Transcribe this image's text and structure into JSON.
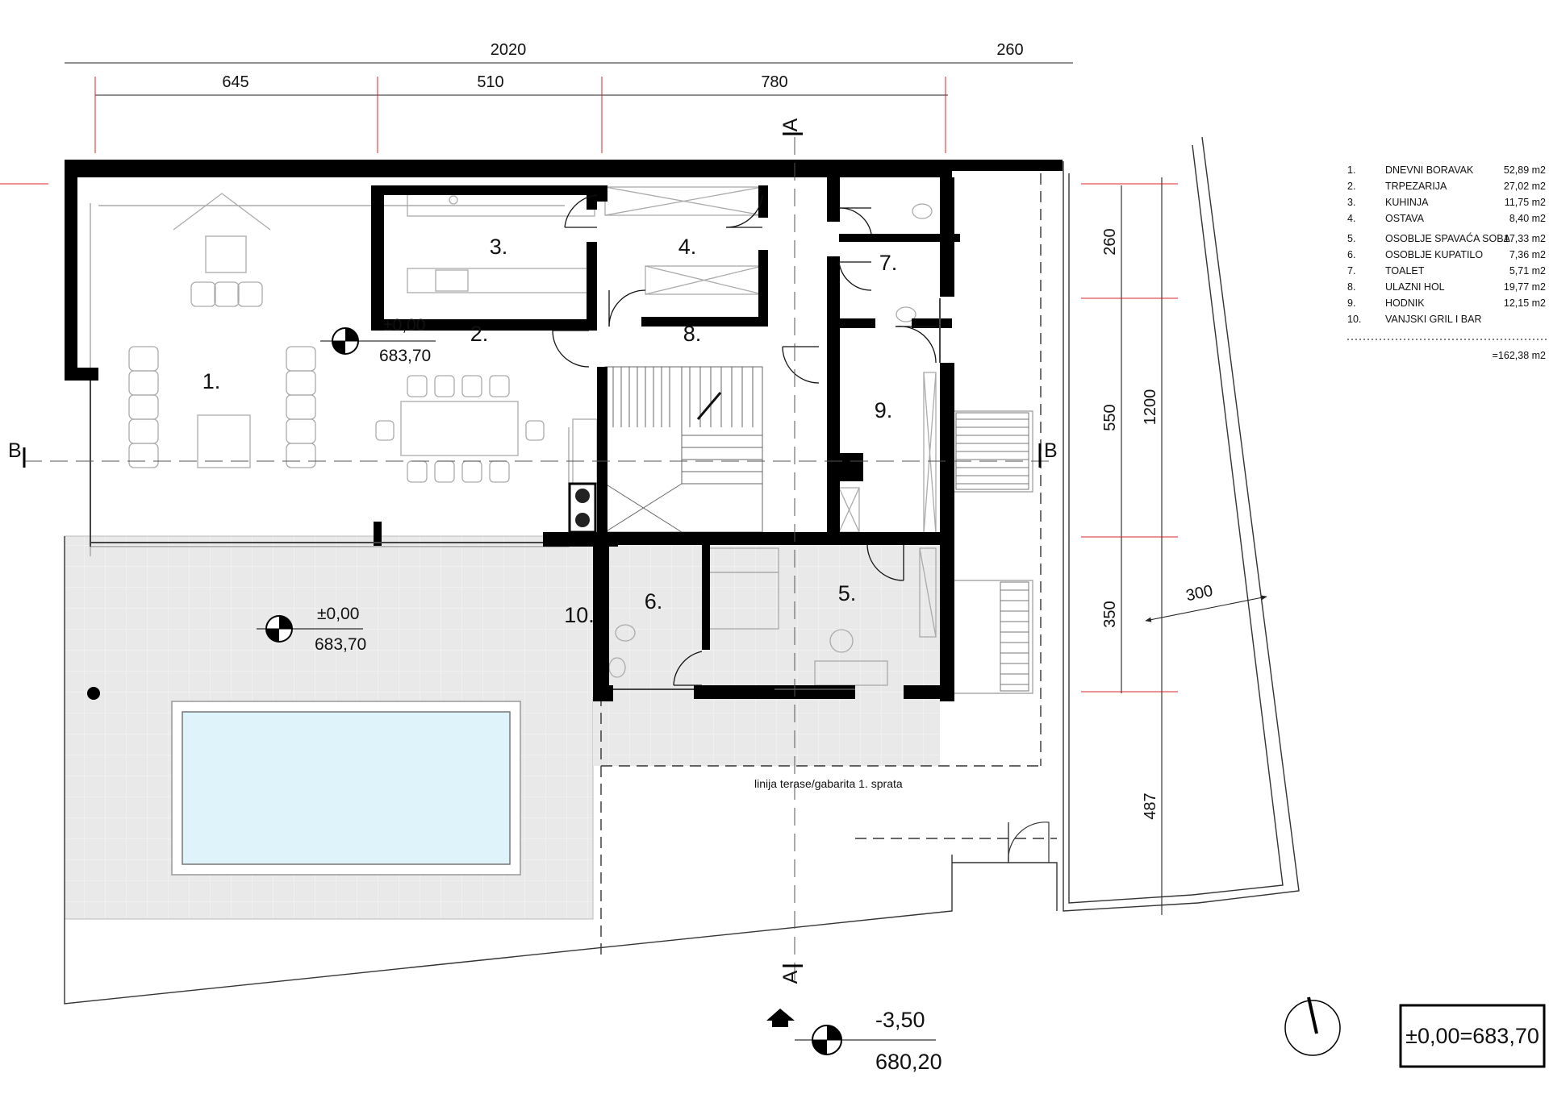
{
  "dimensions": {
    "top_total": "2020",
    "top_extra": "260",
    "seg_1": "645",
    "seg_2": "510",
    "seg_3": "780",
    "right_1": "260",
    "right_2": "550",
    "right_3": "350",
    "right_4": "487",
    "right_total": "1200",
    "diagonal": "300"
  },
  "rooms": {
    "r1": "1.",
    "r2": "2.",
    "r3": "3.",
    "r4": "4.",
    "r5": "5.",
    "r6": "6.",
    "r7": "7.",
    "r8": "8.",
    "r9": "9.",
    "r10": "10."
  },
  "elevations": {
    "interior": {
      "level": "±0,00",
      "abs": "683,70"
    },
    "terrace": {
      "level": "±0,00",
      "abs": "683,70"
    },
    "entrance": {
      "level": "-3,50",
      "abs": "680,20"
    }
  },
  "section_marks": {
    "a_top": "A",
    "a_bottom": "A",
    "b_left": "B",
    "b_right": "B"
  },
  "notes": {
    "terrace_line": "linija terase/gabarita 1. sprata"
  },
  "legend": {
    "items": [
      {
        "num": "1.",
        "name": "DNEVNI BORAVAK",
        "area": "52,89 m2"
      },
      {
        "num": "2.",
        "name": "TRPEZARIJA",
        "area": "27,02 m2"
      },
      {
        "num": "3.",
        "name": "KUHINJA",
        "area": "11,75 m2"
      },
      {
        "num": "4.",
        "name": "OSTAVA",
        "area": "8,40 m2"
      },
      {
        "num": "5.",
        "name": "OSOBLJE SPAVAĆA SOBA",
        "area": "17,33 m2"
      },
      {
        "num": "6.",
        "name": "OSOBLJE KUPATILO",
        "area": "7,36 m2"
      },
      {
        "num": "7.",
        "name": "TOALET",
        "area": "5,71 m2"
      },
      {
        "num": "8.",
        "name": "ULAZNI HOL",
        "area": "19,77 m2"
      },
      {
        "num": "9.",
        "name": "HODNIK",
        "area": "12,15 m2"
      },
      {
        "num": "10.",
        "name": "VANJSKI GRIL I BAR",
        "area": ""
      }
    ],
    "total": "=162,38 m2"
  },
  "reference": "±0,00=683,70",
  "colors": {
    "wall": "#000000",
    "terrace": "#e7e7e7",
    "pool": "#dff3fb",
    "dim_line": "#222222",
    "red_mark": "#e02020"
  }
}
